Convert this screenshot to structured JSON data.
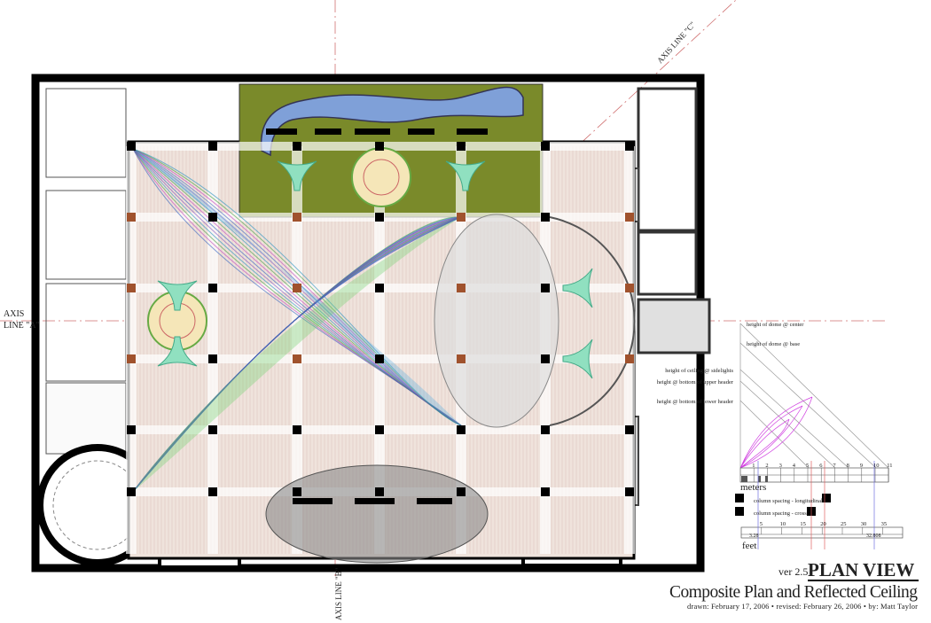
{
  "axes": {
    "a_line1": "AXIS",
    "a_line2": "LINE \"A\"",
    "b_label": "AXIS LINE \"B\"",
    "c_label": "AXIS LINE \"C\""
  },
  "height_legend": {
    "dome_center": "height of dome @ center",
    "dome_base": "height of dome @ base",
    "ceiling_sidelights": "height of ceiling @ sidelights",
    "upper_header": "height @ bottom of upper header",
    "lower_header": "height @ bottom of lower header"
  },
  "scale": {
    "meters_label": "meters",
    "meter_ticks": [
      "1",
      "2",
      "3",
      "4",
      "5",
      "6",
      "7",
      "8",
      "9",
      "10",
      "11"
    ],
    "column_longitudinal": "column spacing - longitudinal",
    "column_cross": "column spacing - cross",
    "feet_label": "feet",
    "feet_ticks": [
      "5",
      "10",
      "15",
      "20",
      "25",
      "30",
      "35"
    ],
    "feet_min": "3.28",
    "feet_max": "32.808"
  },
  "title_block": {
    "version": "ver 2.5",
    "title": "PLAN VIEW",
    "subtitle": "Composite Plan and Reflected Ceiling",
    "credits": "drawn: February 17, 2006 • revised: February 26, 2006 • by: Matt Taylor"
  },
  "colors": {
    "landscape": "#7a8a2a",
    "water": "#7fa0d8",
    "floor": "#efe3dc",
    "axis_line": "#d07070",
    "vault_magenta": "#d040e0"
  }
}
